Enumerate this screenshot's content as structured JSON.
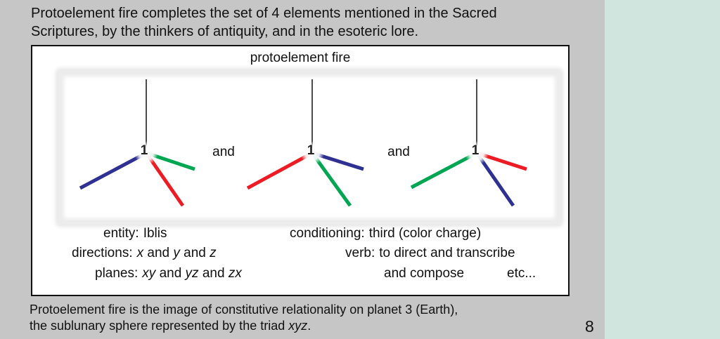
{
  "header": {
    "line1": "Protoelement fire completes the set of 4 elements mentioned in the Sacred",
    "line2": "Scriptures, by the thinkers of antiquity, and in the esoteric lore."
  },
  "box": {
    "title": "protoelement fire",
    "connector_1": "and",
    "connector_2": "and",
    "triads": [
      {
        "center_label": "1",
        "left_color": "#2e3192",
        "right_up_color": "#00a651",
        "right_down_color": "#ed1c24"
      },
      {
        "center_label": "1",
        "left_color": "#ed1c24",
        "right_up_color": "#2e3192",
        "right_down_color": "#00a651"
      },
      {
        "center_label": "1",
        "left_color": "#00a651",
        "right_up_color": "#ed1c24",
        "right_down_color": "#2e3192"
      }
    ],
    "annotations": {
      "entity_key": "entity:",
      "entity_val": "Iblis",
      "directions_key": "directions:",
      "directions_val": "x and y and z",
      "planes_key": "planes:",
      "planes_val": "xy and yz and zx",
      "conditioning_key": "conditioning:",
      "conditioning_val": "third (color charge)",
      "verb_key": "verb:",
      "verb_val": "to direct and transcribe",
      "verb_cont": "and compose",
      "etc": "etc..."
    }
  },
  "footer": {
    "line1": "Protoelement fire is the image of constitutive relationality on planet 3 (Earth),",
    "line2_prefix": "the sublunary sphere represented by the triad ",
    "line2_italic": "xyz",
    "line2_suffix": "."
  },
  "page_number": "8"
}
